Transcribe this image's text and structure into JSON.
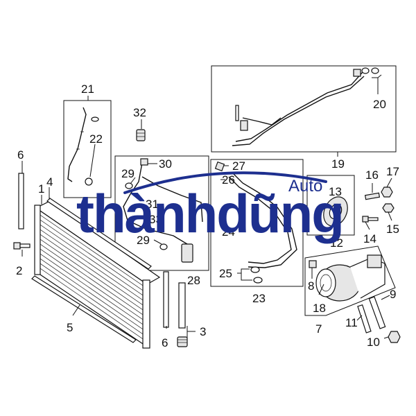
{
  "callouts": {
    "c1": "1",
    "c2": "2",
    "c3": "3",
    "c4": "4",
    "c5": "5",
    "c6a": "6",
    "c6b": "6",
    "c7": "7",
    "c8": "8",
    "c9": "9",
    "c10": "10",
    "c11": "11",
    "c12": "12",
    "c13": "13",
    "c14": "14",
    "c15": "15",
    "c16": "16",
    "c17": "17",
    "c18": "18",
    "c19": "19",
    "c20": "20",
    "c21": "21",
    "c22": "22",
    "c23": "23",
    "c24": "24",
    "c25": "25",
    "c26": "26",
    "c27": "27",
    "c28": "28",
    "c29a": "29",
    "c29b": "29",
    "c30": "30",
    "c31": "31",
    "c32": "32",
    "c33": "33"
  },
  "watermark": {
    "brand": "thànhdũng",
    "sub": "Auto",
    "color": "#1d2f8f"
  }
}
